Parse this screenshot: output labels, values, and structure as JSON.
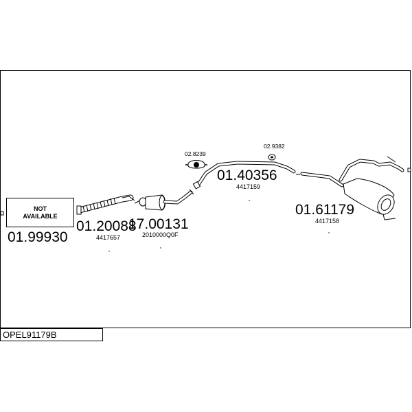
{
  "diagram_code": "OPEL91179B",
  "not_available": {
    "line1": "NOT",
    "line2": "AVAILABLE",
    "part_number": "01.99930"
  },
  "parts": [
    {
      "id": "flexpipe",
      "number": "01.20088",
      "oem": "4417657"
    },
    {
      "id": "catalyst",
      "number": "17.00131",
      "oem": "2010000Q0F"
    },
    {
      "id": "center-pipe",
      "number": "01.40356",
      "oem": "4417159"
    },
    {
      "id": "rear-silencer",
      "number": "01.61179",
      "oem": "4417158"
    },
    {
      "id": "clamp",
      "number": "02.8239"
    },
    {
      "id": "rubber-mount",
      "number": "02.9382"
    }
  ]
}
